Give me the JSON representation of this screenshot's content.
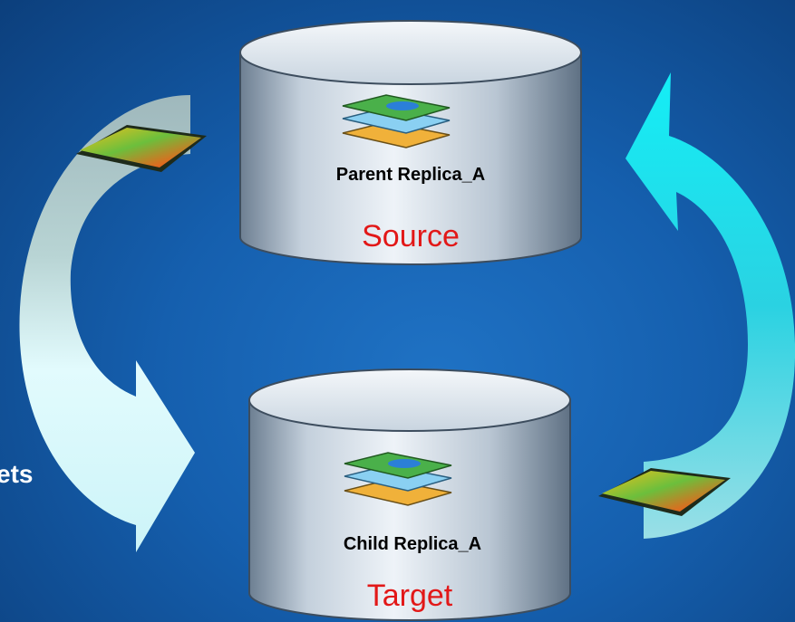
{
  "side_label": "ets",
  "databases": {
    "parent": {
      "name": "Parent Replica_A",
      "role": "Source"
    },
    "child": {
      "name": "Child Replica_A",
      "role": "Target"
    }
  },
  "colors": {
    "background": "#155fae",
    "role_text": "#e21818",
    "left_arrow": "#cfeff3",
    "right_arrow": "#1ad6e6"
  },
  "icons": [
    "layers-icon",
    "dataset-tile-icon"
  ]
}
